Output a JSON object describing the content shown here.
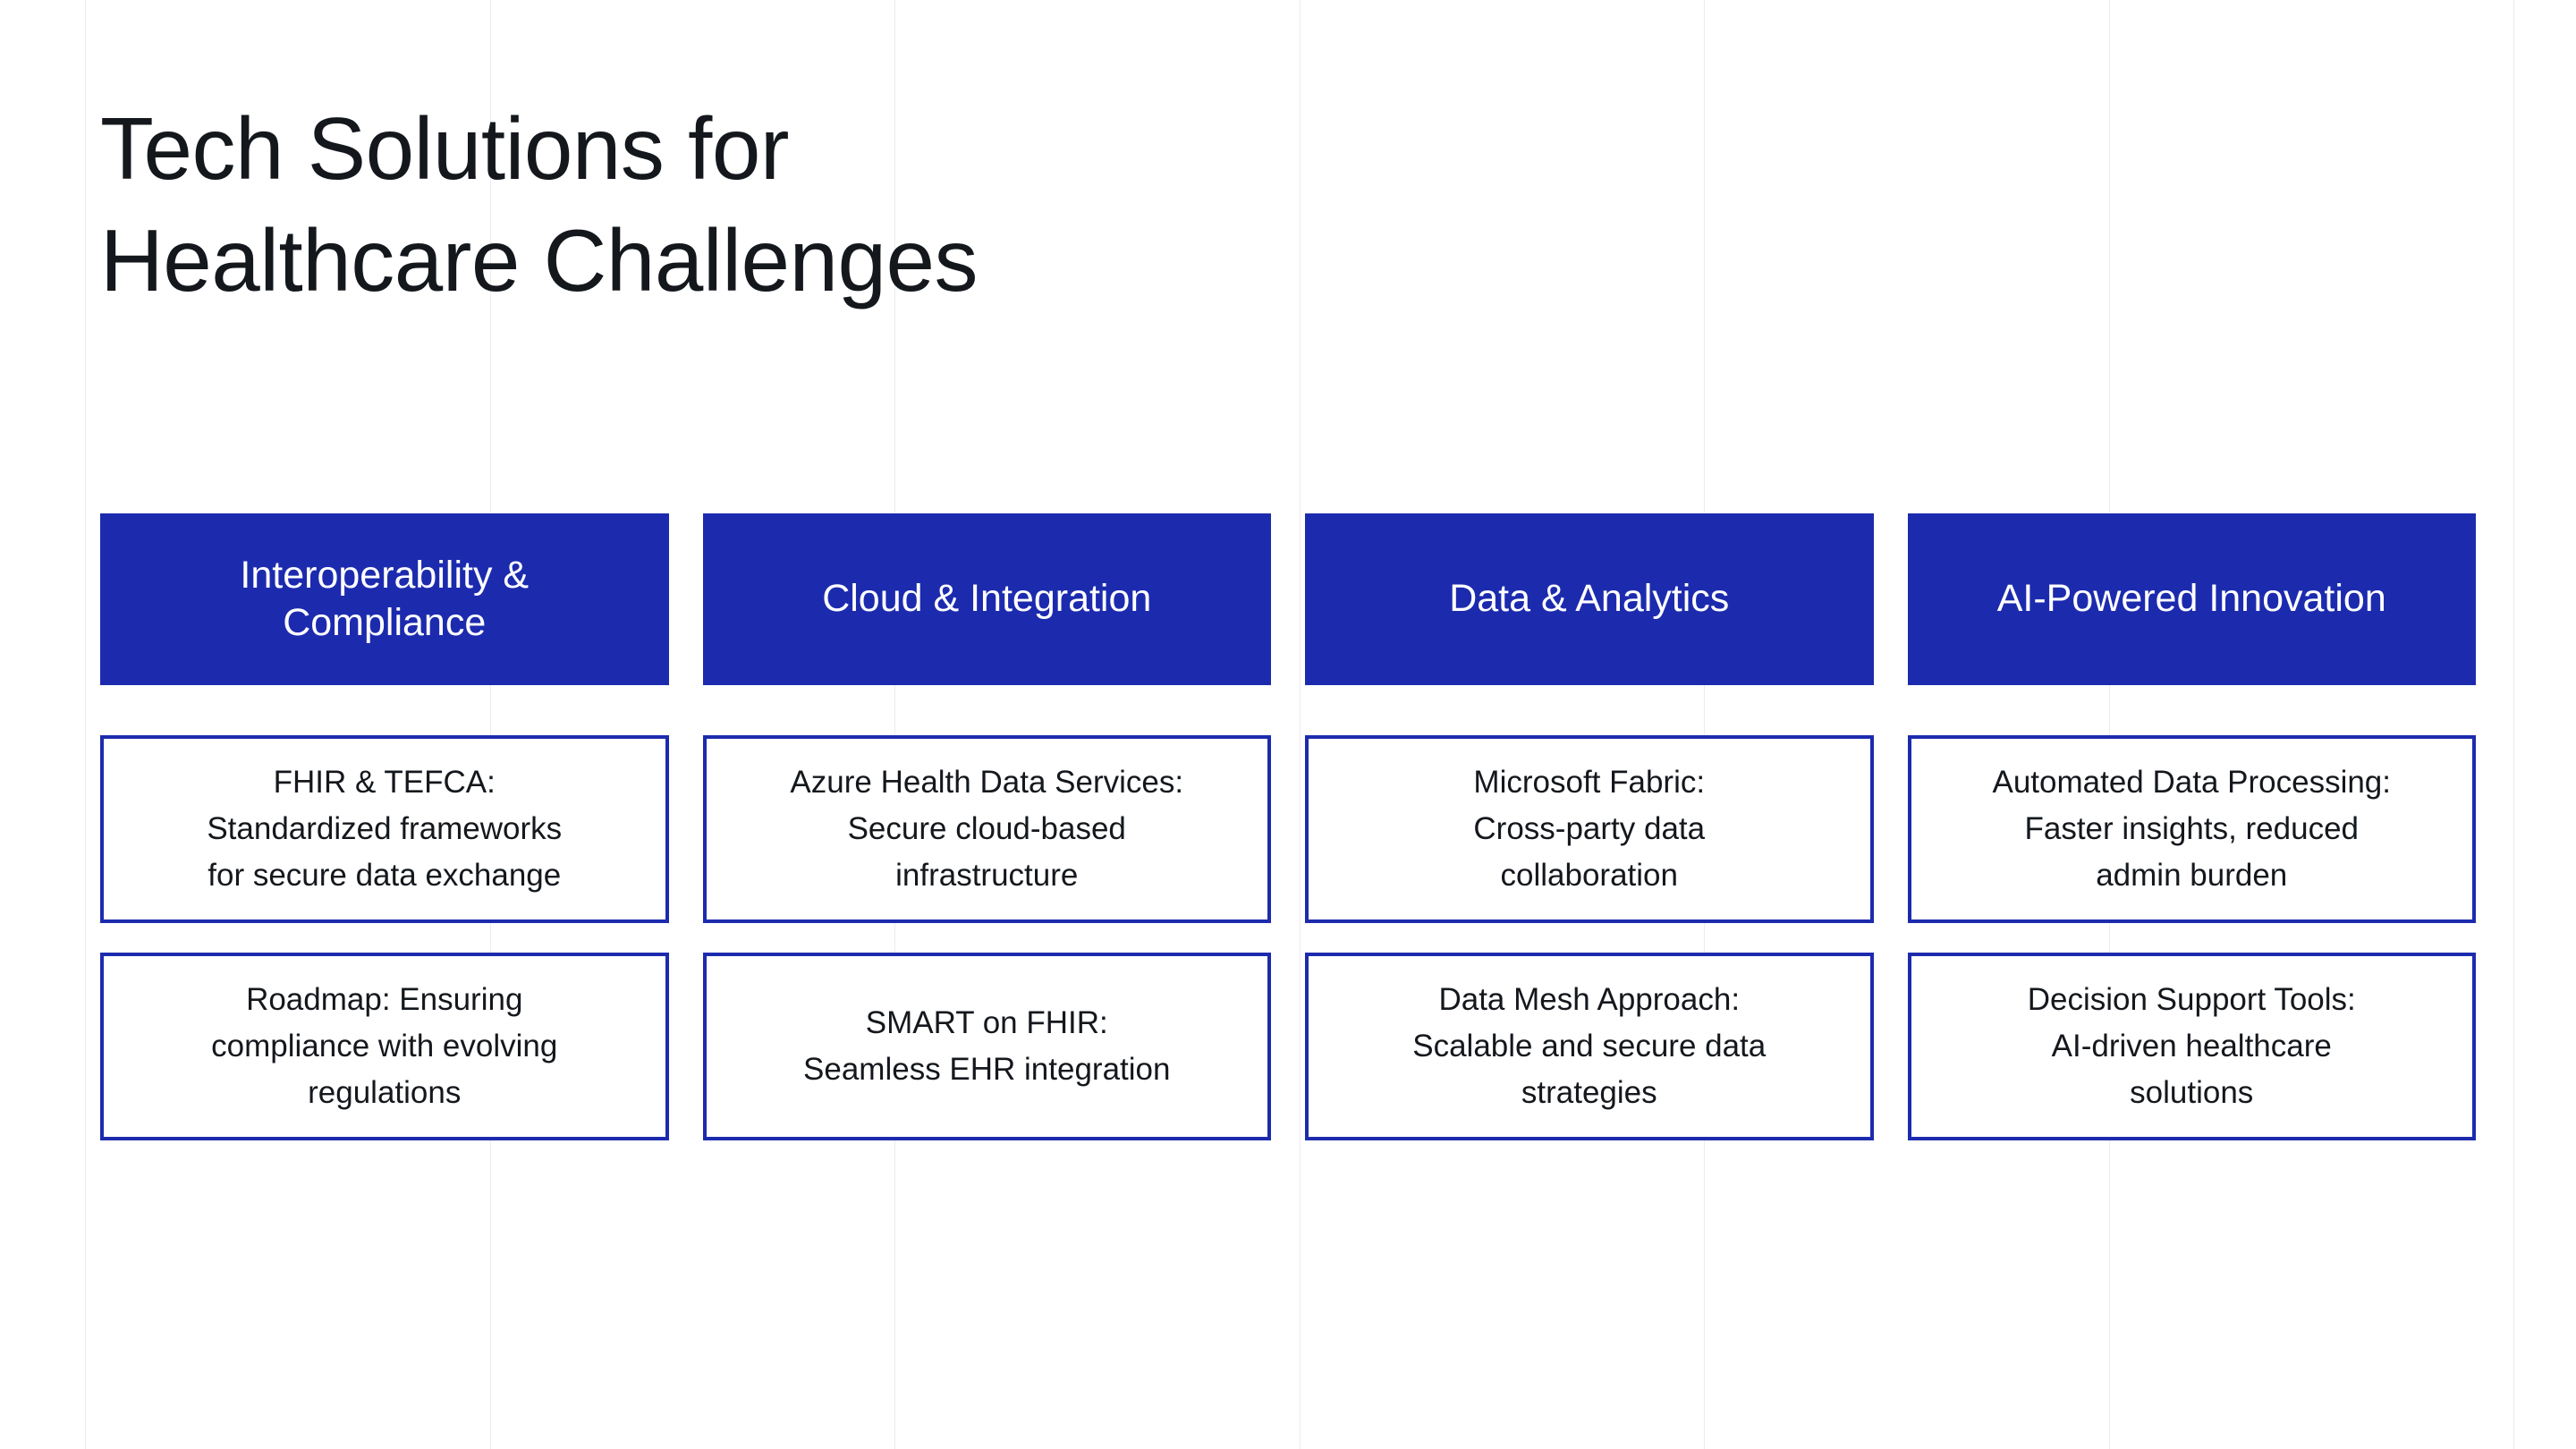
{
  "slide": {
    "title": "Tech Solutions for\nHealthcare Challenges",
    "background_color": "#ffffff",
    "accent_color": "#1c2bae",
    "text_color": "#14181d",
    "header_text_color": "#ffffff",
    "gridline_color": "#ececf0"
  },
  "columns": [
    {
      "header": "Interoperability &\nCompliance",
      "cards": [
        "FHIR & TEFCA:\nStandardized frameworks\nfor secure data exchange",
        "Roadmap: Ensuring\ncompliance with evolving\nregulations"
      ]
    },
    {
      "header": "Cloud & Integration",
      "cards": [
        "Azure Health Data Services:\nSecure cloud-based\ninfrastructure",
        "SMART on FHIR:\nSeamless EHR integration"
      ]
    },
    {
      "header": "Data & Analytics",
      "cards": [
        "Microsoft Fabric:\nCross-party data\ncollaboration",
        "Data Mesh Approach:\nScalable and secure data\nstrategies"
      ]
    },
    {
      "header": "AI-Powered Innovation",
      "cards": [
        "Automated Data Processing:\nFaster insights, reduced\nadmin burden",
        "Decision Support Tools:\nAI-driven healthcare\nsolutions"
      ]
    }
  ],
  "gridlines": [
    95,
    548,
    1000,
    1453,
    1905,
    2358,
    2810
  ]
}
